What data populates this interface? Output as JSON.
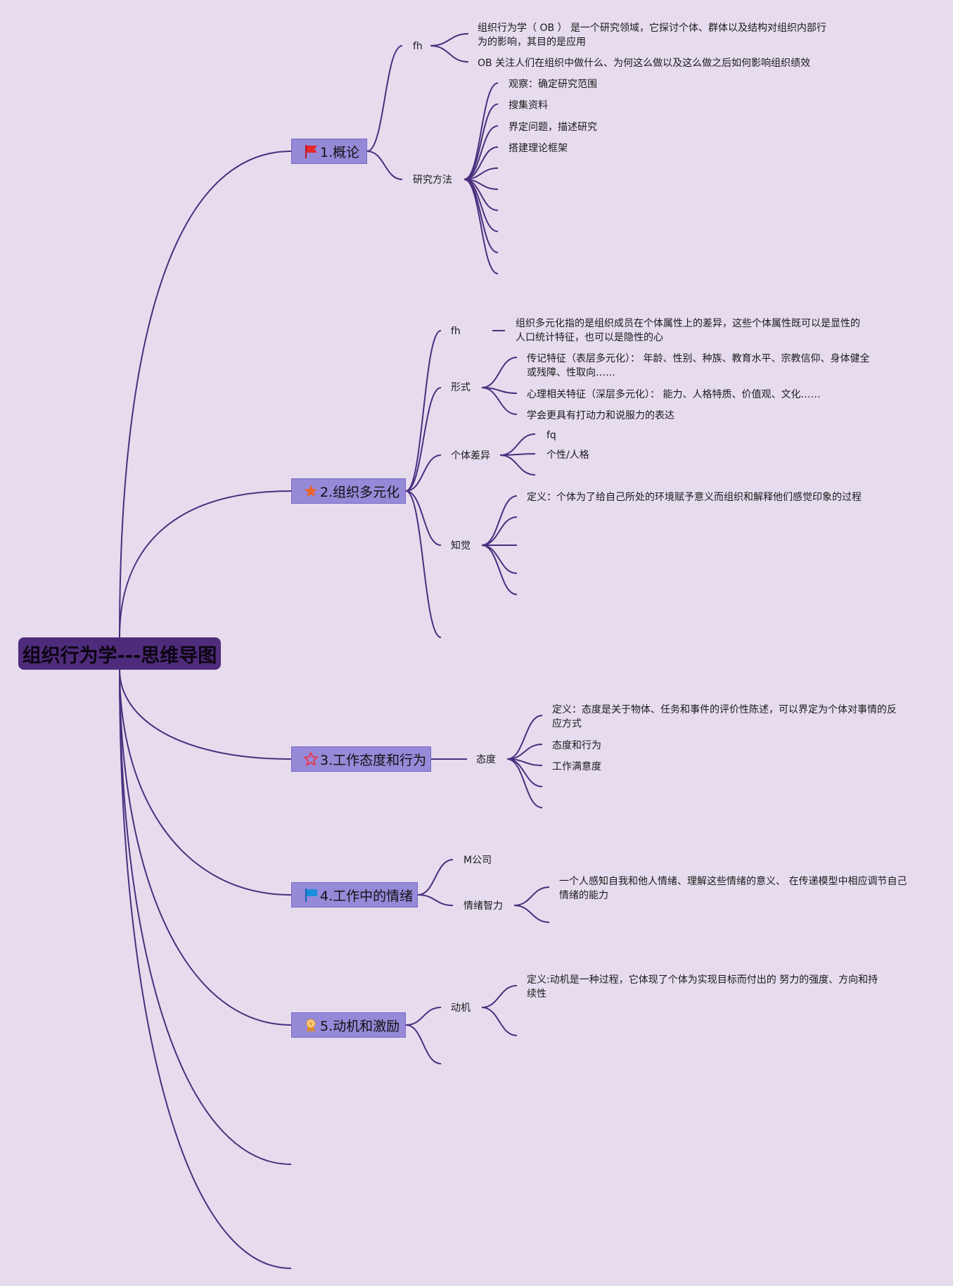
{
  "root": "组织行为学---思维导图",
  "topics": [
    {
      "label": "1.概论",
      "icon": "red-flag-icon",
      "color": "#e5262a"
    },
    {
      "label": "2.组织多元化",
      "icon": "orange-star-icon",
      "color": "#e8672d"
    },
    {
      "label": "3.工作态度和行为",
      "icon": "red-outline-star-icon",
      "color": "#e8394a"
    },
    {
      "label": "4.工作中的情绪",
      "icon": "blue-flag-icon",
      "color": "#1a8fe0"
    },
    {
      "label": "5.动机和激励",
      "icon": "gold-medal-icon",
      "color": "#f0a43a"
    }
  ],
  "subtopics": {
    "t1_fh": "fh",
    "t1_method": "研究方法",
    "t2_fh": "fh",
    "t2_form": "形式",
    "t2_diff": "个体差异",
    "t2_perception": "知觉",
    "t3_attitude": "态度",
    "t4_m": "M公司",
    "t4_ei": "情绪智力",
    "t5_motive": "动机"
  },
  "leaves": {
    "t1_fh_1": "组织行为学（ OB ） 是一个研究领域，它探讨个体、群体以及结构对组织内部行为的影响，其目的是应用",
    "t1_fh_2": "OB 关注人们在组织中做什么、为何这么做以及这么做之后如何影响组织绩效",
    "t1_m_1": "观察：确定研究范围",
    "t1_m_2": "搜集资料",
    "t1_m_3": "界定问题，描述研究",
    "t1_m_4": "搭建理论框架",
    "t2_fh_1": "组织多元化指的是组织成员在个体属性上的差异，这些个体属性既可以是显性的人口统计特征，也可以是隐性的心",
    "t2_form_1": "传记特征（表层多元化）： 年龄、性别、种族、教育水平、宗教信仰、身体健全或残障、性取向……",
    "t2_form_2": "心理相关特征（深层多元化）： 能力、人格特质、价值观、文化……",
    "t2_form_3": "学会更具有打动力和说服力的表达",
    "t2_diff_1": "fq",
    "t2_diff_2": "个性/人格",
    "t2_p_1": "定义：个体为了给自己所处的环境赋予意义而组织和解释他们感觉印象的过程",
    "t3_a_1": "定义：态度是关于物体、任务和事件的评价性陈述，可以界定为个体对事情的反应方式",
    "t3_a_2": "态度和行为",
    "t3_a_3": "工作满意度",
    "t4_ei_1": "一个人感知自我和他人情绪、理解这些情绪的意义、 在传递模型中相应调节自己情绪的能力",
    "t5_m_1": "定义:动机是一种过程，它体现了个体为实现目标而付出的 努力的强度、方向和持续性"
  },
  "colors": {
    "background": "#e6dcee",
    "line": "#4a2f7e",
    "root_fill": "#4f2c7b",
    "topic_fill": "#9689d8"
  }
}
